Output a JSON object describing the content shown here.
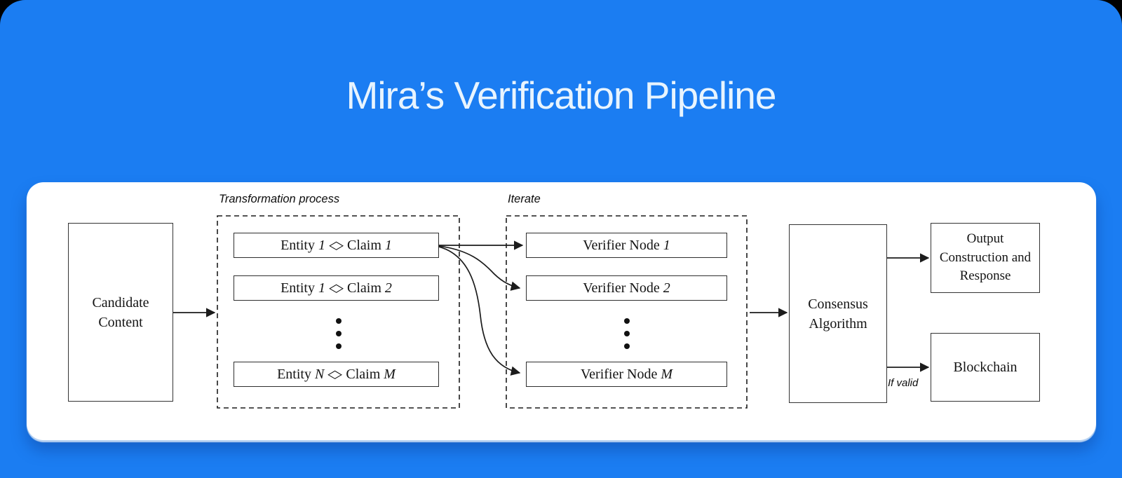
{
  "title": "Mira’s Verification Pipeline",
  "colors": {
    "page_background": "#000000",
    "card_blue": "#1b7df2",
    "panel_white": "#ffffff",
    "line_color": "#1c1c1c",
    "title_text": "#e8f4fe"
  },
  "diagram": {
    "candidate": {
      "label": "Candidate Content"
    },
    "transformation": {
      "label": "Transformation process",
      "rows": [
        {
          "type": "box",
          "segments": [
            {
              "text": "Entity ",
              "style": "roman"
            },
            {
              "text": "1",
              "style": "italic"
            },
            {
              "text": "◇",
              "style": "diamond"
            },
            {
              "text": "Claim ",
              "style": "roman"
            },
            {
              "text": "1",
              "style": "italic"
            }
          ]
        },
        {
          "type": "box",
          "segments": [
            {
              "text": "Entity ",
              "style": "roman"
            },
            {
              "text": "1",
              "style": "italic"
            },
            {
              "text": "◇",
              "style": "diamond"
            },
            {
              "text": "Claim ",
              "style": "roman"
            },
            {
              "text": "2",
              "style": "italic"
            }
          ]
        },
        {
          "type": "dots"
        },
        {
          "type": "box",
          "segments": [
            {
              "text": "Entity ",
              "style": "roman"
            },
            {
              "text": "N",
              "style": "italic"
            },
            {
              "text": "◇",
              "style": "diamond"
            },
            {
              "text": "Claim ",
              "style": "roman"
            },
            {
              "text": "M",
              "style": "italic"
            }
          ]
        }
      ]
    },
    "iterate": {
      "label": "Iterate",
      "rows": [
        {
          "type": "box",
          "segments": [
            {
              "text": "Verifier Node ",
              "style": "roman"
            },
            {
              "text": "1",
              "style": "italic"
            }
          ]
        },
        {
          "type": "box",
          "segments": [
            {
              "text": "Verifier Node ",
              "style": "roman"
            },
            {
              "text": "2",
              "style": "italic"
            }
          ]
        },
        {
          "type": "dots"
        },
        {
          "type": "box",
          "segments": [
            {
              "text": "Verifier Node ",
              "style": "roman"
            },
            {
              "text": "M",
              "style": "italic"
            }
          ]
        }
      ]
    },
    "consensus": {
      "label": "Consensus Algorithm"
    },
    "output": {
      "label": "Output Construction and Response"
    },
    "blockchain": {
      "label": "Blockchain"
    },
    "if_valid": "If valid"
  }
}
